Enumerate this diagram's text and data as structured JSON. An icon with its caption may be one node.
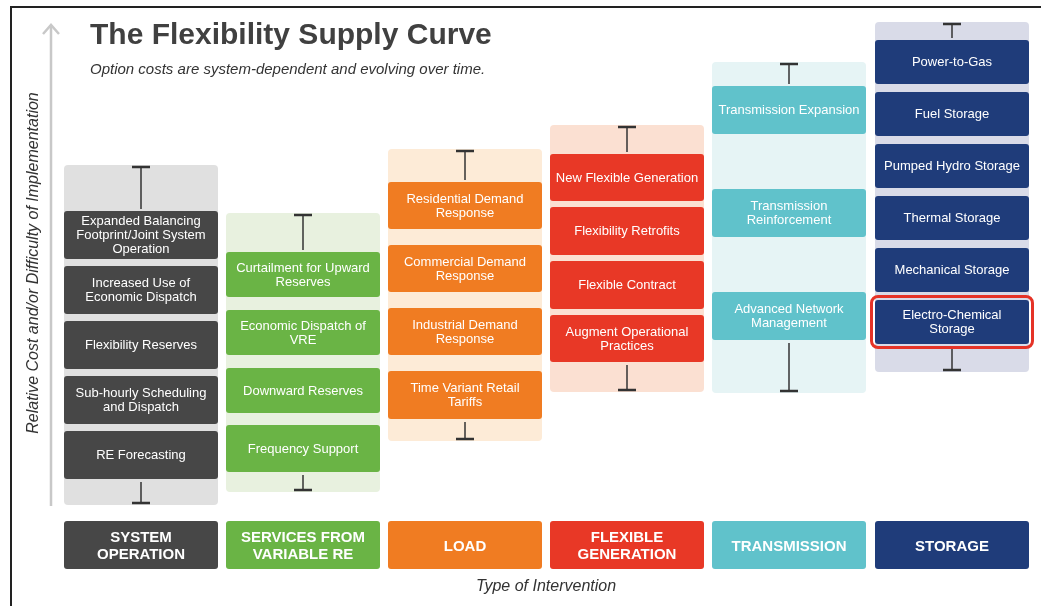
{
  "diagram": {
    "title": "The Flexibility Supply Curve",
    "nodes": [
      {
        "text": [],
        "shape": "bar"
      },
      {
        "text": [
          "Expanded Balancing Footprint/Joint System Operation"
        ],
        "in": 0
      },
      {
        "text": [
          "Increased Use of Economic Dispatch"
        ],
        "in": 0
      },
      {
        "text": [
          "Flexibility Reserves"
        ],
        "in": 0
      },
      {
        "text": [
          "Sub-hourly Scheduling and Dispatch"
        ],
        "in": 0
      },
      {
        "text": [
          "RE Forecasting"
        ],
        "in": 0
      },
      {
        "text": [],
        "shape": "bar"
      },
      {
        "text": [
          "Curtailment for Upward Reserves"
        ],
        "in": 6
      },
      {
        "text": [
          "Economic Dispatch of VRE"
        ],
        "in": 6
      },
      {
        "text": [
          "Downward Reserves"
        ],
        "in": 6
      },
      {
        "text": [
          "Frequency Support"
        ],
        "in": 6
      },
      {
        "text": [],
        "shape": "bar"
      },
      {
        "text": [
          "Residential Demand Response"
        ],
        "in": 11
      },
      {
        "text": [
          "Commercial Demand Response"
        ],
        "in": 11
      },
      {
        "text": [
          "Industrial Demand Response"
        ],
        "in": 11
      },
      {
        "text": [
          "Time Variant Retail Tariffs"
        ],
        "in": 11
      },
      {
        "text": [],
        "shape": "bar"
      },
      {
        "text": [
          "New Flexible Generation"
        ],
        "in": 16
      },
      {
        "text": [
          "Flexibility Retrofits"
        ],
        "in": 16
      },
      {
        "text": [
          "Flexible Contract"
        ],
        "in": 16
      },
      {
        "text": [
          "Augment Operational Practices"
        ],
        "in": 16
      },
      {
        "text": [],
        "shape": "bar"
      },
      {
        "text": [
          "Transmission Expansion"
        ],
        "in": 21
      },
      {
        "text": [
          "Transmission Reinforcement"
        ],
        "in": 21
      },
      {
        "text": [
          "Advanced Network Management"
        ],
        "in": 21
      },
      {
        "text": [],
        "shape": "bar"
      },
      {
        "text": [
          "Power-to-Gas"
        ],
        "in": 25
      },
      {
        "text": [
          "Fuel Storage"
        ],
        "in": 25
      },
      {
        "text": [
          "Pumped Hydro Storage"
        ],
        "in": 25
      },
      {
        "text": [
          "Thermal Storage"
        ],
        "in": 25
      },
      {
        "text": [
          "Mechanical Storage"
        ],
        "in": 25
      },
      {
        "text": [
          "Electro-Chemical Storage"
        ],
        "in": 25
      },
      {
        "text": [
          "SYSTEM OPERATION"
        ]
      },
      {
        "text": [
          "SERVICES FROM VARIABLE RE"
        ]
      },
      {
        "text": [
          "LOAD"
        ]
      },
      {
        "text": [
          "FLEXIBLE GENERATION"
        ]
      },
      {
        "text": [
          "TRANSMISSION"
        ]
      },
      {
        "text": [
          "STORAGE"
        ]
      }
    ],
    "labels": [
      "Option costs are system-dependent  and evolving over time.",
      "Relative Cost and/or Difficulty of Implementation",
      "Type of Intervention"
    ]
  }
}
